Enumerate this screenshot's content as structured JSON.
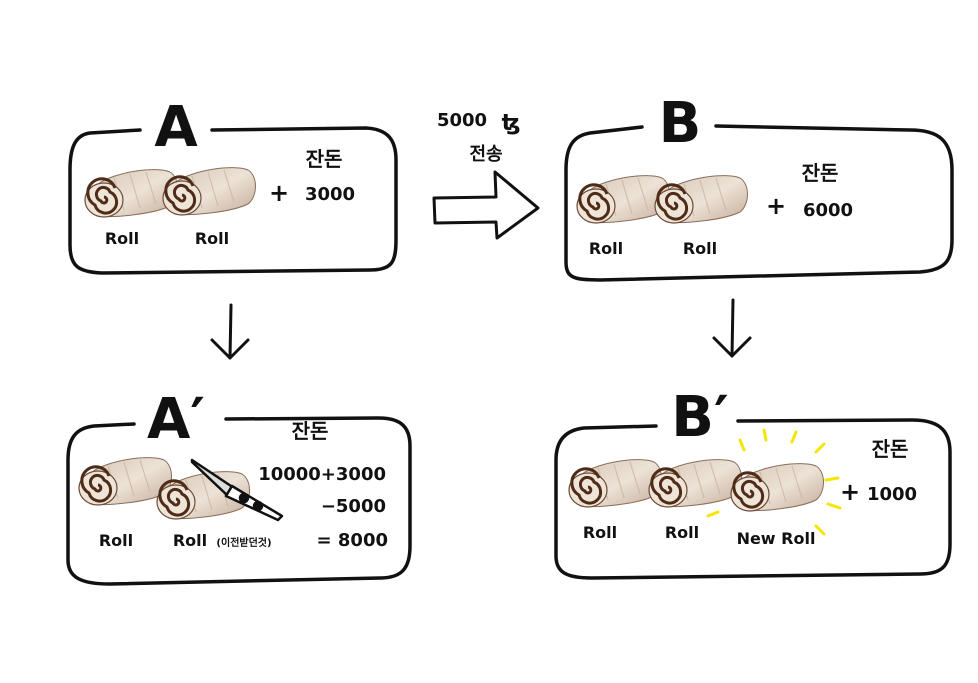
{
  "transfer": {
    "amount": "5000",
    "currency_symbol": "ꜩ",
    "label": "전송"
  },
  "boxes": {
    "a": {
      "title": "A",
      "rolls": [
        "Roll",
        "Roll"
      ],
      "plus": "+",
      "balance_label": "잔돈",
      "balance_value": "3000"
    },
    "b": {
      "title": "B",
      "rolls": [
        "Roll",
        "Roll"
      ],
      "plus": "+",
      "balance_label": "잔돈",
      "balance_value": "6000"
    },
    "a_prime": {
      "title": "A′",
      "rolls": [
        "Roll",
        "Roll"
      ],
      "roll_note": "(이전받던것)",
      "balance_label": "잔돈",
      "calc_line1": "10000+3000",
      "calc_line2": "−5000",
      "calc_line3": "= 8000"
    },
    "b_prime": {
      "title": "B′",
      "rolls": [
        "Roll",
        "Roll",
        "New Roll"
      ],
      "plus": "+",
      "balance_label": "잔돈",
      "balance_value": "1000"
    }
  },
  "colors": {
    "ink": "#111111",
    "roll_cream": "#e8dcd0",
    "roll_brown": "#5a3420",
    "sparkle": "#f4e600"
  }
}
